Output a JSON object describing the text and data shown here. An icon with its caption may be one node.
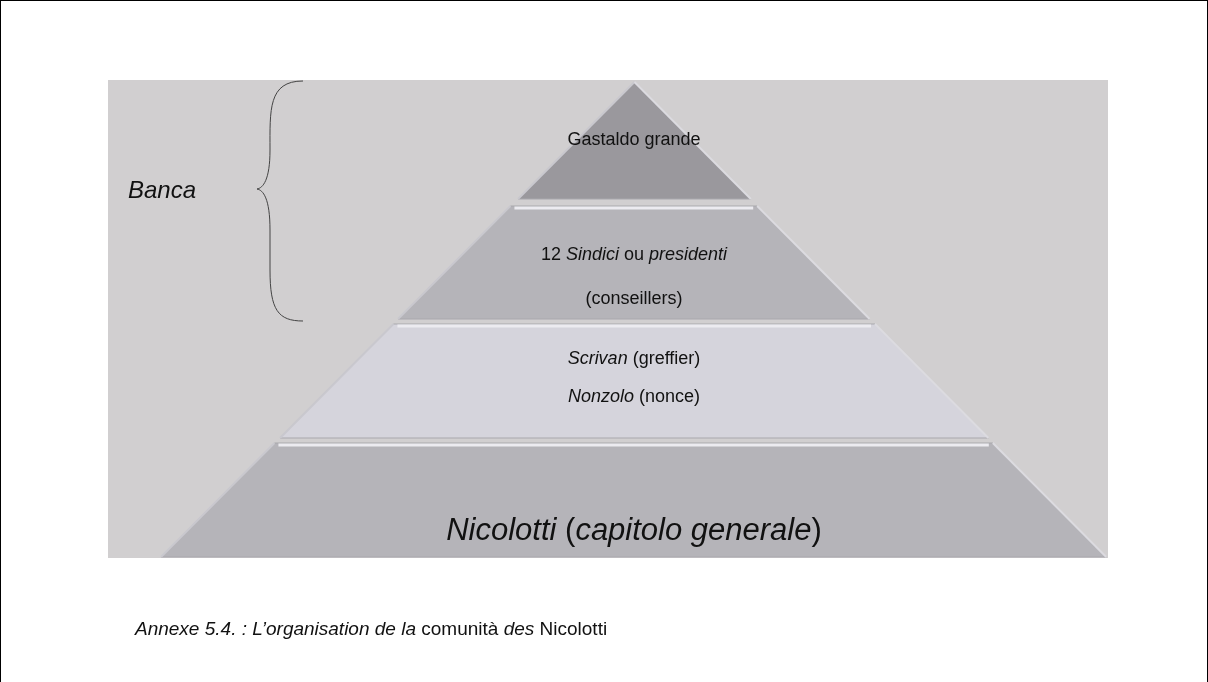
{
  "diagram": {
    "caption": "*Annexe 5.4. : L’organisation de la* comunità *des* Nicolotti",
    "nodes": [
      {
        "text": [
          "Gastaldo grande"
        ]
      },
      {
        "text": [
          "12 *Sindici* ou *presidenti* (conseillers)"
        ]
      },
      {
        "text": [
          "*Scrivan* (greffier)",
          "*Nonzolo* (nonce)"
        ]
      },
      {
        "text": [
          "*Nicolotti* (*capitolo generale*)"
        ]
      }
    ],
    "labels": [
      "Banca"
    ]
  }
}
